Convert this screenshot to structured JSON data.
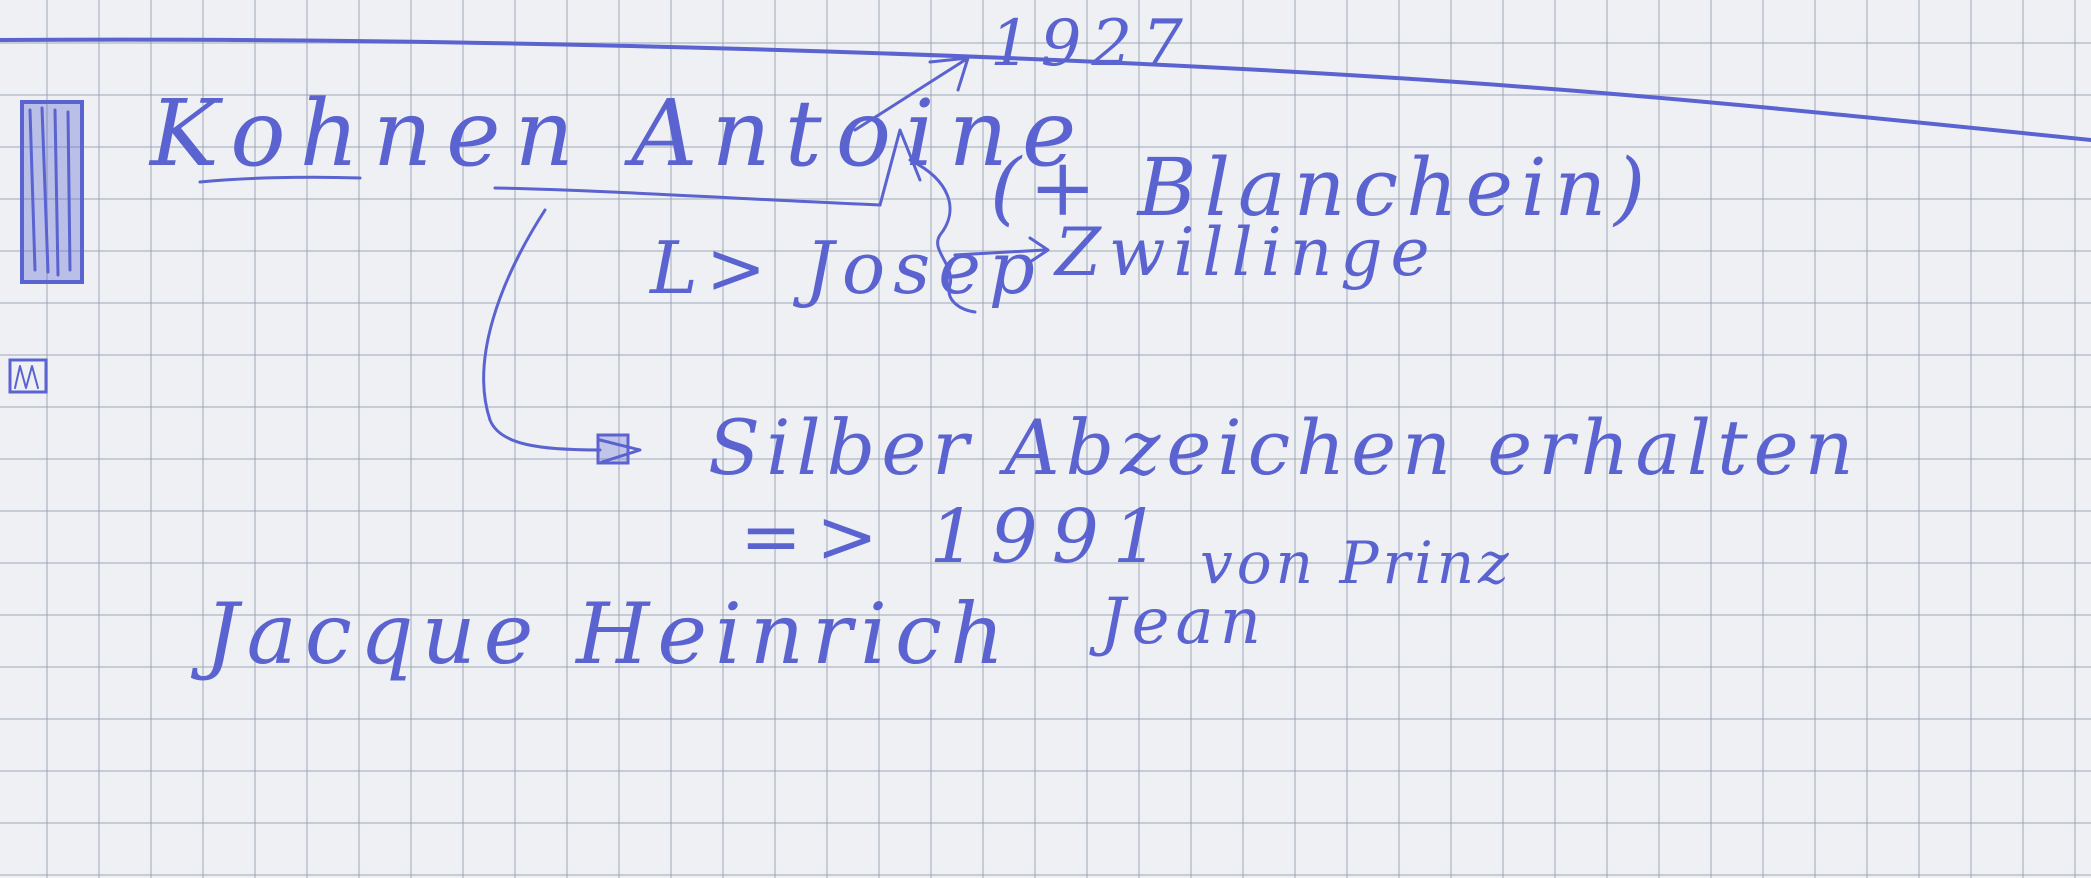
{
  "note": {
    "year_top": "1927",
    "name": "Kohnen Antoine",
    "place": "(+ Blanchein)",
    "twins": "Zwillinge",
    "child": "L> Josep",
    "award": "Silber Abzeichen erhalten",
    "award_year": "=> 1991",
    "award_giver": "von Prinz",
    "award_giver_name": "Jean",
    "signature_name": "Jacque Heinrich"
  },
  "colors": {
    "ink": "#5a63cf",
    "grid": "#a4adbf",
    "paper": "#eef0f4"
  }
}
